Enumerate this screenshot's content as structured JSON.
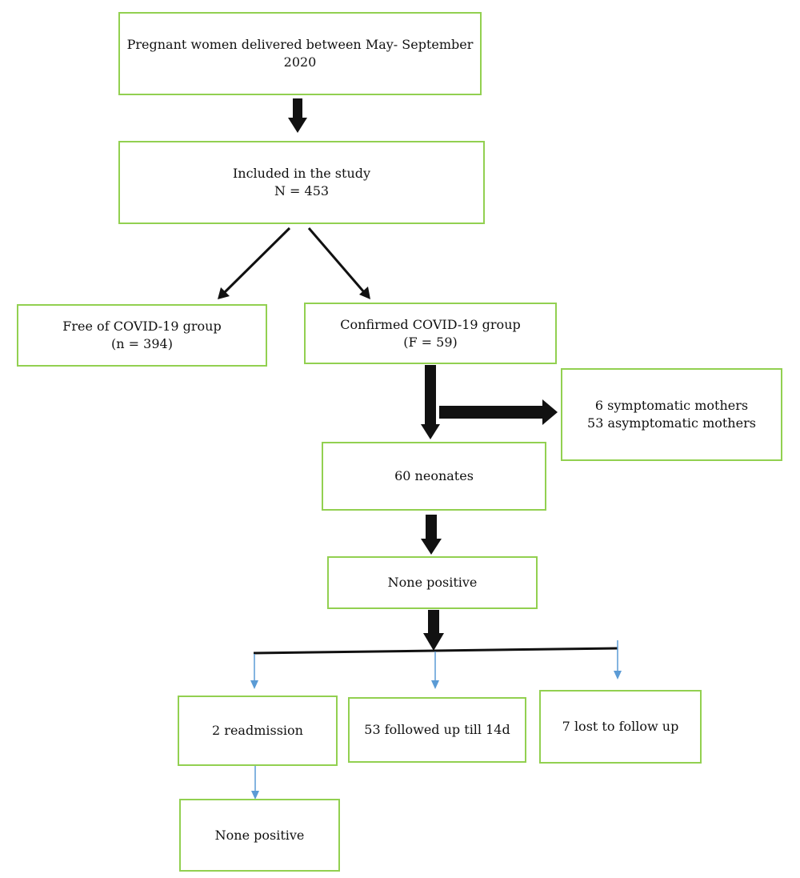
{
  "colors": {
    "box_border": "#92d050",
    "arrow_dark": "#111111",
    "arrow_blue": "#5b9bd5",
    "text": "#111111"
  },
  "boxes": {
    "start": {
      "line1": "Pregnant women delivered between May- September",
      "line2": "2020"
    },
    "included": {
      "line1": "Included in the study",
      "line2": "N = 453"
    },
    "free": {
      "line1": "Free of COVID-19 group",
      "line2": "(n = 394)"
    },
    "confirmed": {
      "line1": "Confirmed COVID-19 group",
      "line2": "(F = 59)"
    },
    "mothers": {
      "line1": "6 symptomatic mothers",
      "line2": "53 asymptomatic mothers"
    },
    "neonates": {
      "line1": "60 neonates"
    },
    "none_positive_1": {
      "line1": "None positive"
    },
    "readmission": {
      "line1": "2 readmission"
    },
    "followed": {
      "line1": "53 followed up till 14d"
    },
    "lost": {
      "line1": "7 lost to follow up"
    },
    "none_positive_2": {
      "line1": "None positive"
    }
  }
}
